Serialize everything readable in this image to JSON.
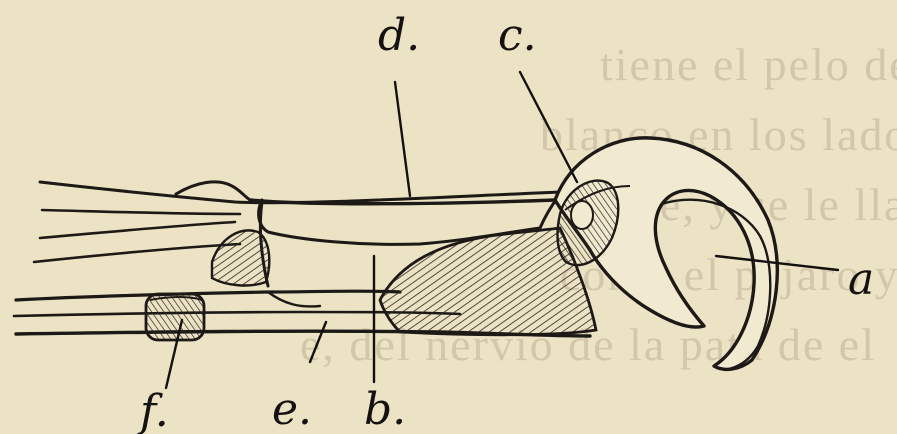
{
  "figure": {
    "labels": {
      "a": "a",
      "b": "b.",
      "c": "c.",
      "d": "d.",
      "e": "e.",
      "f": "f."
    },
    "show_through_text": [
      "tiene el pelo de color claro en",
      "blanco en los lados; es comun",
      "mente, y se le llama vulgarmente",
      "como el pájaro y se distingue el",
      "e, del nervio de la pata de el"
    ]
  }
}
